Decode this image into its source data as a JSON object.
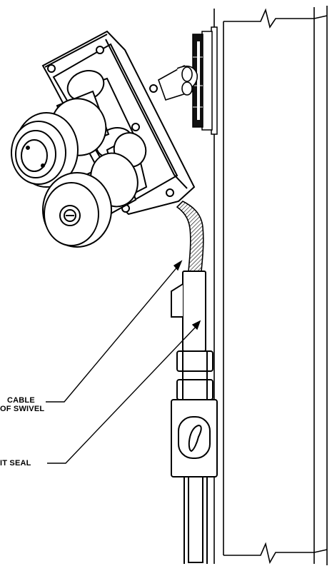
{
  "labels": {
    "cable_line1": "CABLE",
    "cable_line2": "OF SWIVEL",
    "seal": "IT SEAL"
  },
  "colors": {
    "line": "#000000",
    "background": "#ffffff",
    "dark_fill": "#111111"
  }
}
